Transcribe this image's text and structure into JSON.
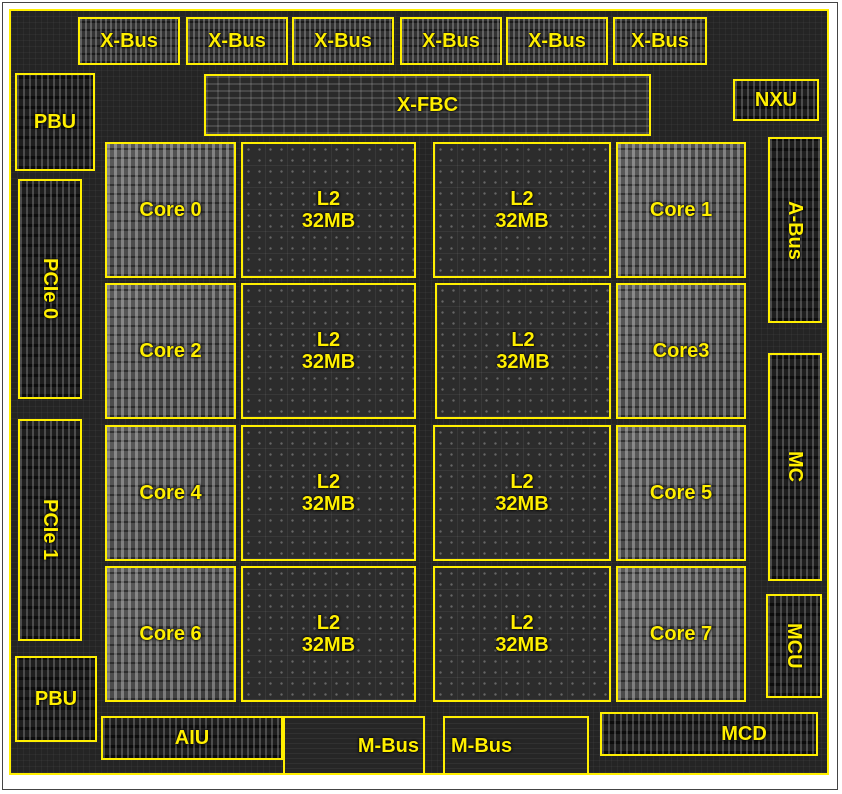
{
  "theme": {
    "label_color": "#ffef00",
    "die_color": "#242424"
  },
  "blocks": {
    "xbus_0": "X-Bus",
    "xbus_1": "X-Bus",
    "xbus_2": "X-Bus",
    "xbus_3": "X-Bus",
    "xbus_4": "X-Bus",
    "xbus_5": "X-Bus",
    "xfbc": "X-FBC",
    "nxu": "NXU",
    "pbu_top": "PBU",
    "pbu_bottom": "PBU",
    "pcie0": "PCIe 0",
    "pcie1": "PCIe 1",
    "abus": "A-Bus",
    "mc": "MC",
    "mcu": "MCU",
    "aiu": "AIU",
    "mbus_left": "M-Bus",
    "mbus_right": "M-Bus",
    "mcd": "MCD",
    "core0": "Core 0",
    "core1": "Core 1",
    "core2": "Core 2",
    "core3": "Core3",
    "core4": "Core 4",
    "core5": "Core 5",
    "core6": "Core 6",
    "core7": "Core 7",
    "l2_0": "L2\n32MB",
    "l2_1": "L2\n32MB",
    "l2_2": "L2\n32MB",
    "l2_3": "L2\n32MB",
    "l2_4": "L2\n32MB",
    "l2_5": "L2\n32MB",
    "l2_6": "L2\n32MB",
    "l2_7": "L2\n32MB"
  }
}
